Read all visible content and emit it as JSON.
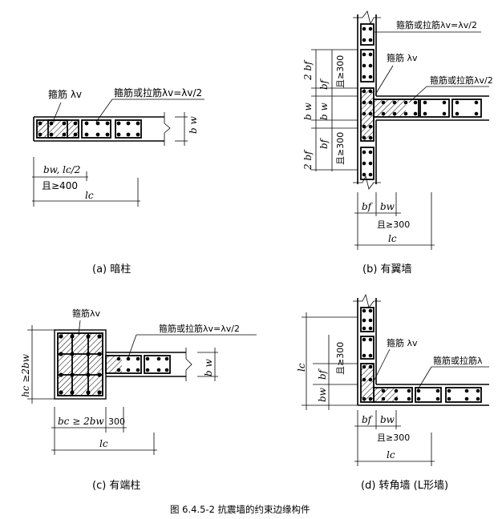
{
  "panels": {
    "a": {
      "caption": "(a) 暗柱",
      "stirrup_label": "箍筋 λv",
      "tie_label": "箍筋或拉筋λv=λv/2",
      "bw_label": "b w",
      "dim_top": "bw, lc/2",
      "dim_mid": "且≥400",
      "dim_lc": "lc"
    },
    "b": {
      "caption": "(b) 有翼墙",
      "tie_label_top": "箍筋或拉筋λv=λv/2",
      "stirrup_label": "箍筋 λv",
      "tie_label_side": "箍筋或拉筋λv/2",
      "left_dims": [
        "2 bf",
        "bf",
        "且≥300",
        "b w",
        "b w",
        "bf",
        "且≥300",
        "2 bf"
      ],
      "dim_bf": "bf",
      "dim_bw": "bw",
      "dim_300": "且≥300",
      "dim_lc": "lc"
    },
    "c": {
      "caption": "(c) 有端柱",
      "stirrup_label": "箍筋λv",
      "tie_label": "箍筋或拉筋λv=λv/2",
      "hc_label": "hc ≥2bw",
      "bw_label": "b w",
      "dim_bc": "bc ≥ 2bw",
      "dim_300": "300",
      "dim_lc": "lc"
    },
    "d": {
      "caption": "(d) 转角墙 (L形墙)",
      "lc_label": "lc",
      "bf_label": "bf",
      "ge300_label": "且≥300",
      "bw_label": "bw",
      "stirrup_label": "箍筋 λv",
      "tie_label": "箍筋或拉筋λ",
      "dim_bf": "bf",
      "dim_bw": "bw",
      "dim_300": "且≥300",
      "dim_lc": "lc"
    }
  },
  "figure_caption": "图 6.4.5-2 抗震墙的约束边缘构件"
}
